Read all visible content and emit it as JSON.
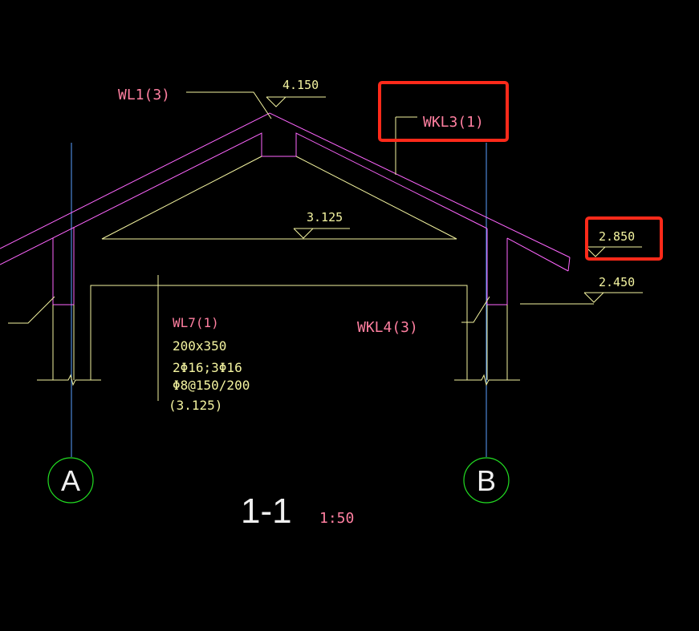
{
  "drawing": {
    "section_title": "1-1",
    "scale": "1:50",
    "colors": {
      "background": "#000000",
      "roof_outline": "#ff66ff",
      "structure": "#f4f4a0",
      "axis": "#5aa0ff",
      "axis_bubble": "#22dd22",
      "label_pink": "#ff7fa0",
      "highlight": "#ff2a1a"
    },
    "axes": [
      {
        "label": "A"
      },
      {
        "label": "B"
      }
    ],
    "elevations": {
      "ridge": "4.150",
      "ceiling": "3.125",
      "eave": "2.850",
      "beam": "2.450"
    },
    "beam_labels": {
      "wl1": "WL1(3)",
      "wkl3": "WKL3(1)",
      "wkl4": "WKL4(3)"
    },
    "wl7_annotation": {
      "name": "WL7(1)",
      "section": "200x350",
      "rebar": "2Φ16;3Φ16",
      "stirrups": "Φ8@150/200",
      "elevation": "(3.125)"
    },
    "highlighted_items": [
      "WKL3(1)",
      "2.850"
    ]
  }
}
